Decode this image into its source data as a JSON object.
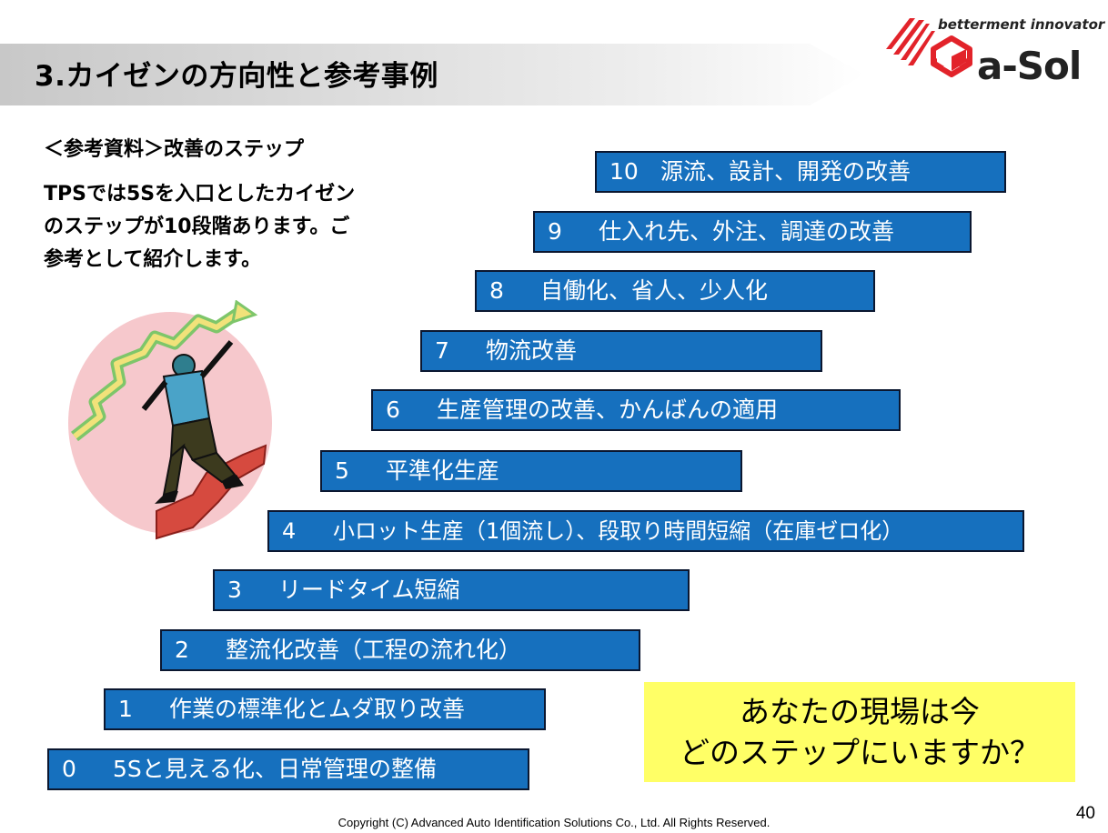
{
  "slide": {
    "title": "3.カイゼンの方向性と参考事例",
    "subtitle": "＜参考資料＞改善のステップ",
    "description_lines": [
      "TPSでは5Sを入口としたカイゼン",
      "のステップが10段階あります。ご",
      "参考として紹介します。"
    ]
  },
  "logo": {
    "tagline": "betterment innovator",
    "wordmark": "a-Sol"
  },
  "steps": [
    {
      "num": "10",
      "label": "源流、設計、開発の改善"
    },
    {
      "num": "9",
      "label": "仕入れ先、外注、調達の改善"
    },
    {
      "num": "8",
      "label": "自働化、省人、少人化"
    },
    {
      "num": "7",
      "label": "物流改善"
    },
    {
      "num": "6",
      "label": "生産管理の改善、かんばんの適用"
    },
    {
      "num": "5",
      "label": "平準化生産"
    },
    {
      "num": "4",
      "label": "小ロット生産（1個流し）、段取り時間短縮（在庫ゼロ化）"
    },
    {
      "num": "3",
      "label": "リードタイム短縮"
    },
    {
      "num": "2",
      "label": "整流化改善（工程の流れ化）"
    },
    {
      "num": "1",
      "label": "作業の標準化とムダ取り改善"
    },
    {
      "num": "0",
      "label": "5Sと見える化、日常管理の整備"
    }
  ],
  "callout": {
    "line1": "あなたの現場は今",
    "line2": "どのステップにいますか？"
  },
  "footer": {
    "copyright": "Copyright (C) Advanced Auto Identification Solutions Co., Ltd. All Rights Reserved.",
    "page_number": "40"
  },
  "colors": {
    "step_fill": "#1670be",
    "step_border": "#0b1730",
    "callout_fill": "#ffff66"
  }
}
